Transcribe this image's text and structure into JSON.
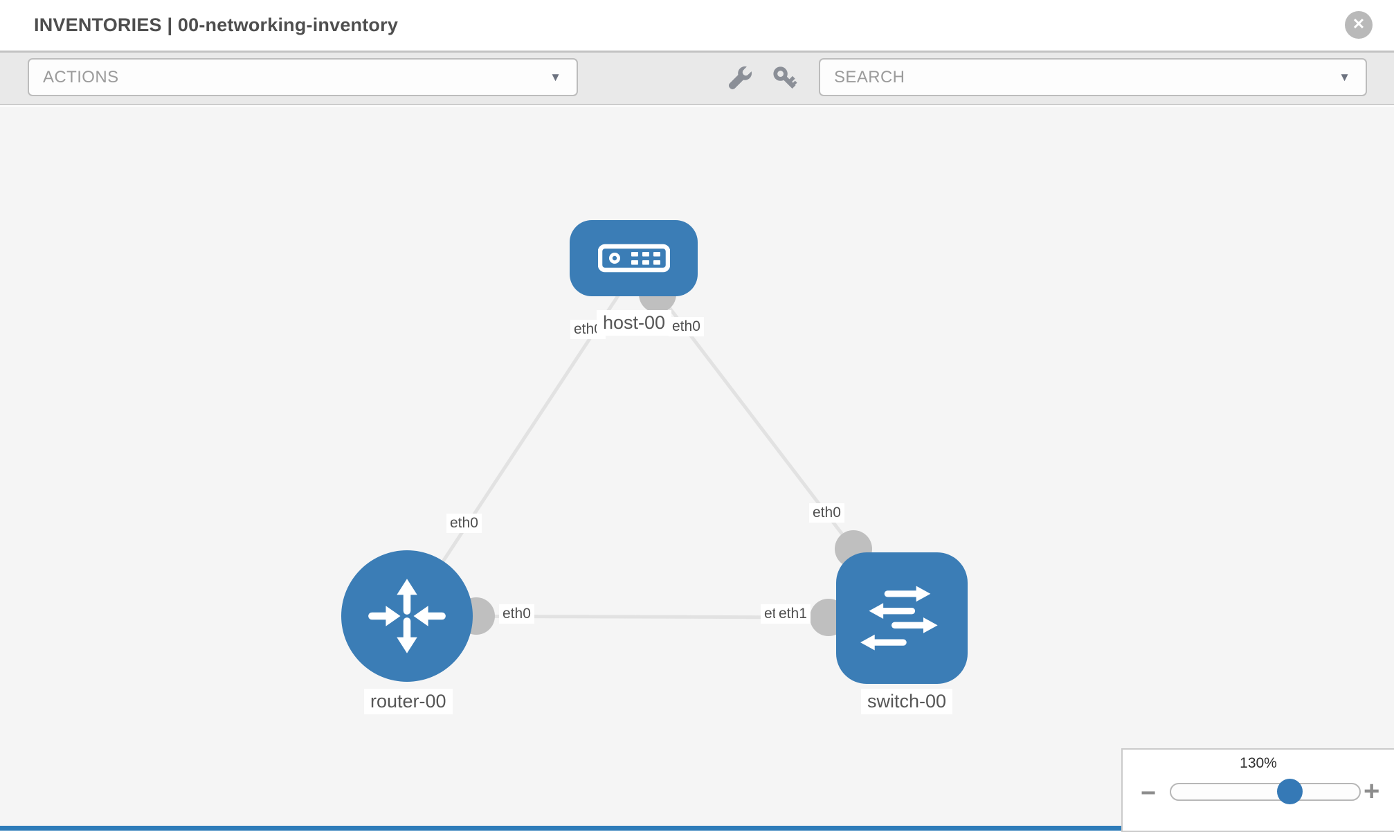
{
  "header": {
    "title": "INVENTORIES | 00-networking-inventory",
    "close_glyph": "✕"
  },
  "toolbar": {
    "actions_label": "ACTIONS",
    "search_placeholder": "SEARCH",
    "caret_glyph": "▼",
    "icons": [
      "wrench-icon",
      "key-icon"
    ]
  },
  "topology": {
    "nodes": [
      {
        "id": "host-00",
        "type": "host",
        "label": "host-00"
      },
      {
        "id": "router-00",
        "type": "router",
        "label": "router-00"
      },
      {
        "id": "switch-00",
        "type": "switch",
        "label": "switch-00"
      }
    ],
    "links": [
      {
        "from": "host-00",
        "to": "router-00"
      },
      {
        "from": "host-00",
        "to": "switch-00"
      },
      {
        "from": "router-00",
        "to": "switch-00"
      }
    ],
    "interface_labels": {
      "host_router_at_host": "eth0",
      "host_switch_at_host": "eth0",
      "host_router_at_router": "eth0",
      "host_switch_at_switch": "eth0",
      "router_switch_at_router": "eth0",
      "router_switch_at_switch_hidden": "eth0",
      "router_switch_at_switch": "eth1"
    }
  },
  "zoom_control": {
    "level": "130%",
    "minus_glyph": "−",
    "plus_glyph": "+"
  },
  "colors": {
    "node_blue": "#3b7db6",
    "link_gray": "#e2e2e2",
    "connector_gray": "#bfbfbf",
    "slider_blue": "#3579b6",
    "footer_blue": "#2e7cb9",
    "toolbar_gray": "#e9e9e9",
    "canvas_gray": "#f5f5f5"
  }
}
